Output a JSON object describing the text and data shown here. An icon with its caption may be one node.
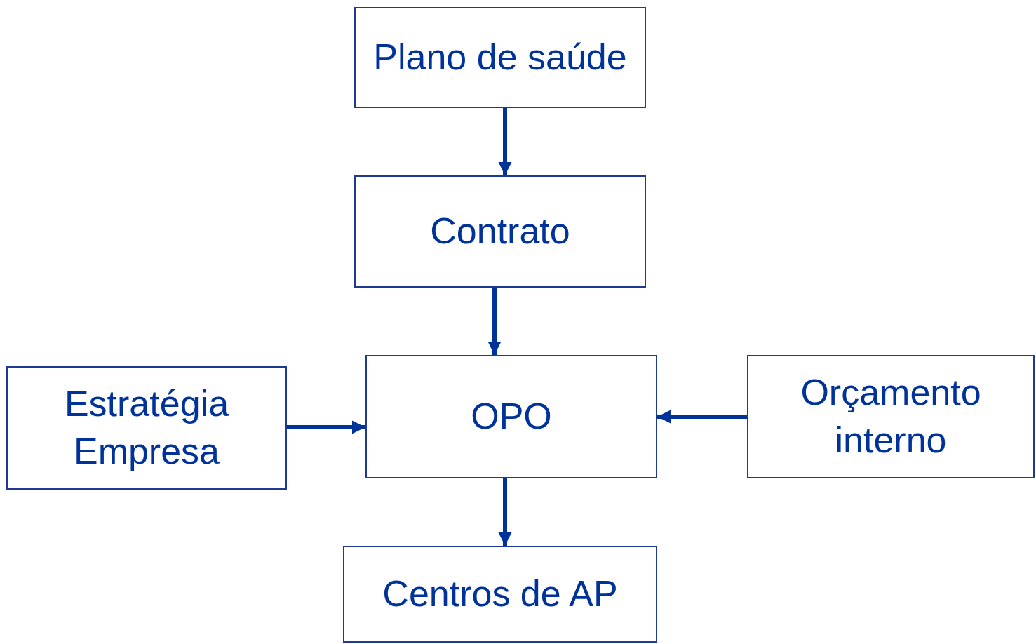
{
  "diagram": {
    "nodes": [
      {
        "text": [
          "Plano de saúde"
        ]
      },
      {
        "text": [
          "Contrato"
        ]
      },
      {
        "text": [
          "OPO"
        ]
      },
      {
        "text": [
          "Estratégia Empresa"
        ]
      },
      {
        "text": [
          "Orçamento interno"
        ]
      },
      {
        "text": [
          "Centros de AP"
        ]
      }
    ],
    "edges": [
      {
        "from": 0,
        "to": 1,
        "arrow": "to"
      },
      {
        "from": 1,
        "to": 2,
        "arrow": "to"
      },
      {
        "from": 3,
        "to": 2,
        "arrow": "to"
      },
      {
        "from": 4,
        "to": 2,
        "arrow": "to"
      },
      {
        "from": 2,
        "to": 5,
        "arrow": "to"
      }
    ]
  }
}
